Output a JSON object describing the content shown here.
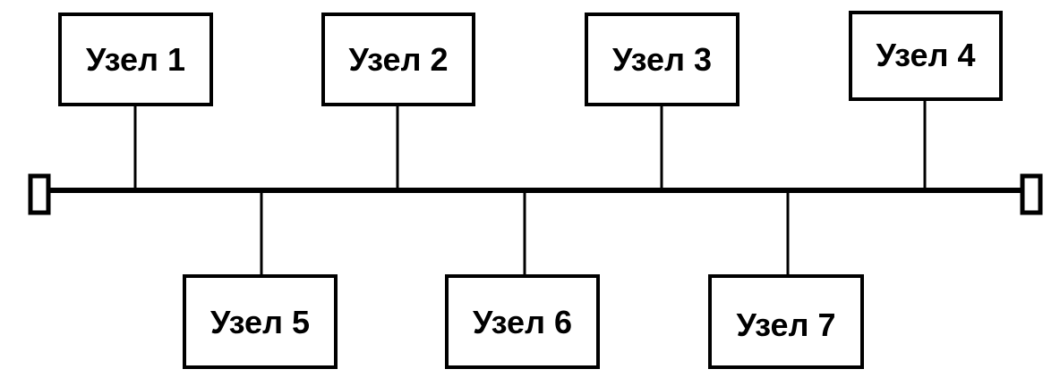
{
  "bus": {
    "topology": "bus"
  },
  "nodes": [
    {
      "id": "node-1",
      "label": "Узел 1",
      "side": "top"
    },
    {
      "id": "node-2",
      "label": "Узел 2",
      "side": "top"
    },
    {
      "id": "node-3",
      "label": "Узел 3",
      "side": "top"
    },
    {
      "id": "node-4",
      "label": "Узел 4",
      "side": "top"
    },
    {
      "id": "node-5",
      "label": "Узел 5",
      "side": "bottom"
    },
    {
      "id": "node-6",
      "label": "Узел 6",
      "side": "bottom"
    },
    {
      "id": "node-7",
      "label": "Узел 7",
      "side": "bottom"
    }
  ],
  "colors": {
    "stroke": "#000000",
    "background": "#ffffff"
  }
}
